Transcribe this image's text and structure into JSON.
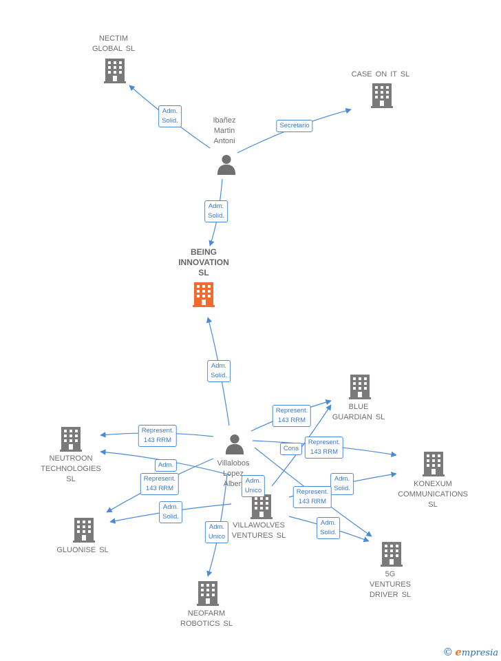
{
  "colors": {
    "building": "#7a7a7a",
    "building_main": "#f26a2e",
    "person": "#707070",
    "edge": "#4a8ad8",
    "text": "#6d6d6d"
  },
  "nodes": {
    "nectim": "NECTIM\nGLOBAL  SL",
    "case_on_it": "CASE ON IT  SL",
    "ibanez": "Ibañez\nMartin\nAntoni",
    "being": "BEING\nINNOVATION\nSL",
    "blue": "BLUE\nGUARDIAN  SL",
    "neutroon": "NEUTROON\nTECHNOLOGIES\nSL",
    "villalobos": "Villalobos\nLopez\nAlbert",
    "konexum": "KONEXUM\nCOMMUNICATIONS\nSL",
    "villawolves": "VILLAWOLVES\nVENTURES  SL",
    "gluonise": "GLUONISE  SL",
    "g5": "5G\nVENTURES\nDRIVER  SL",
    "neofarm": "NEOFARM\nROBOTICS  SL"
  },
  "edges": {
    "e1": "Adm.\nSolid.",
    "e2": "Secretario",
    "e3": "Adm.\nSolid.",
    "e4": "Adm.\nSolid.",
    "e5": "Represent.\n143 RRM",
    "e6": "Represent.\n143 RRM",
    "e7": "Represent.\n143 RRM",
    "e8": "Cons",
    "e9": "Adm.",
    "e10": "Represent.\n143 RRM",
    "e11": "Adm.\nUnico",
    "e12": "Adm.\nSolid.",
    "e13": "Represent.\n143 RRM",
    "e14": "Adm.\nSolid.",
    "e15": "Adm.\nSolid.",
    "e16": "Adm.\nUnico"
  },
  "brand": {
    "copyright": "©",
    "initial": "e",
    "name": "mpresia"
  }
}
